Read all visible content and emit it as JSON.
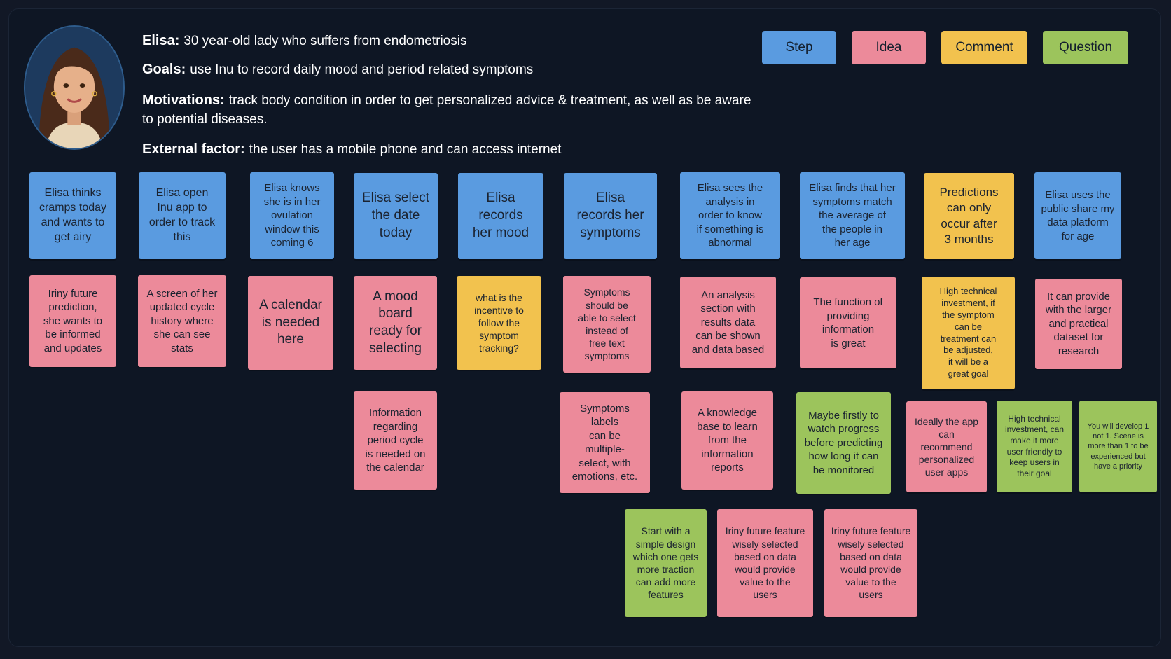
{
  "colors": {
    "step": "#5a9be0",
    "idea": "#ec8a9a",
    "comment": "#f2c24e",
    "question": "#9cc45c",
    "background": "#0e1624"
  },
  "persona": {
    "avatar": "woman-portrait-icon",
    "name_label": "Elisa:",
    "name_text": "30 year-old lady who suffers from endometriosis",
    "goals_label": "Goals:",
    "goals_text": "use Inu to record daily mood and period related symptoms",
    "motivations_label": "Motivations:",
    "motivations_text": "track body condition in order to get personalized advice & treatment, as well as be aware to potential diseases.",
    "external_label": "External factor:",
    "external_text": "the user has a mobile phone and can access internet"
  },
  "legend": [
    {
      "type": "step",
      "label": "Step"
    },
    {
      "type": "idea",
      "label": "Idea"
    },
    {
      "type": "comment",
      "label": "Comment"
    },
    {
      "type": "question",
      "label": "Question"
    }
  ],
  "notes": [
    {
      "type": "step",
      "text": "Elisa thinks\ncramps today\nand wants to\nget airy"
    },
    {
      "type": "step",
      "text": "Elisa open\nInu app to\norder to track\nthis"
    },
    {
      "type": "step",
      "text": "Elisa knows\nshe is in her\novulation\nwindow this\ncoming 6"
    },
    {
      "type": "step",
      "text": "Elisa select\nthe date\ntoday"
    },
    {
      "type": "step",
      "text": "Elisa\nrecords\nher mood"
    },
    {
      "type": "step",
      "text": "Elisa\nrecords her\nsymptoms"
    },
    {
      "type": "step",
      "text": "Elisa sees the\nanalysis in\norder to know\nif something is\nabnormal"
    },
    {
      "type": "step",
      "text": "Elisa finds that her\nsymptoms match\nthe average of\nthe people in\nher age"
    },
    {
      "type": "comment",
      "text": "Predictions\ncan only\noccur after\n3 months"
    },
    {
      "type": "step",
      "text": "Elisa uses the\npublic share my\ndata platform\nfor age"
    },
    {
      "type": "idea",
      "text": "Iriny future\nprediction,\nshe wants to\nbe informed\nand updates"
    },
    {
      "type": "idea",
      "text": "A screen of her\nupdated cycle\nhistory where\nshe can see\nstats"
    },
    {
      "type": "idea",
      "text": "A calendar\nis needed\nhere"
    },
    {
      "type": "idea",
      "text": "A mood\nboard\nready for\nselecting"
    },
    {
      "type": "comment",
      "text": "what is the\nincentive to\nfollow the\nsymptom\ntracking?"
    },
    {
      "type": "idea",
      "text": "Symptoms\nshould be\nable to select\ninstead of\nfree text\nsymptoms"
    },
    {
      "type": "idea",
      "text": "An analysis\nsection with\nresults data\ncan be shown\nand data based"
    },
    {
      "type": "idea",
      "text": "The function of\nproviding\ninformation\nis great"
    },
    {
      "type": "comment",
      "text": "High technical\ninvestment, if\nthe symptom\ncan be\ntreatment can\nbe adjusted,\nit will be a\ngreat goal"
    },
    {
      "type": "idea",
      "text": "It can provide\nwith the larger\nand practical\ndataset for\nresearch"
    },
    {
      "type": "idea",
      "text": "Information\nregarding\nperiod cycle\nis needed on\nthe calendar"
    },
    {
      "type": "idea",
      "text": "Symptoms\nlabels\ncan be\nmultiple-\nselect, with\nemotions, etc."
    },
    {
      "type": "idea",
      "text": "A knowledge\nbase to learn\nfrom the\ninformation\nreports"
    },
    {
      "type": "question",
      "text": "Maybe firstly to\nwatch progress\nbefore predicting\nhow long it can\nbe monitored"
    },
    {
      "type": "idea",
      "text": "Ideally the app\ncan\nrecommend\npersonalized\nuser apps"
    },
    {
      "type": "question",
      "text": "High technical\ninvestment, can\nmake it more\nuser friendly to\nkeep users in\ntheir goal"
    },
    {
      "type": "question",
      "text": "You will develop 1\nnot 1. Scene is\nmore than 1 to be\nexperienced but\nhave a priority"
    },
    {
      "type": "question",
      "text": "Start with a\nsimple design\nwhich one gets\nmore traction\ncan add more\nfeatures"
    },
    {
      "type": "idea",
      "text": "Iriny future feature\nwisely selected\nbased on data\nwould provide\nvalue to the\nusers"
    },
    {
      "type": "idea",
      "text": "Iriny future feature\nwisely selected\nbased on data\nwould provide\nvalue to the\nusers"
    }
  ]
}
